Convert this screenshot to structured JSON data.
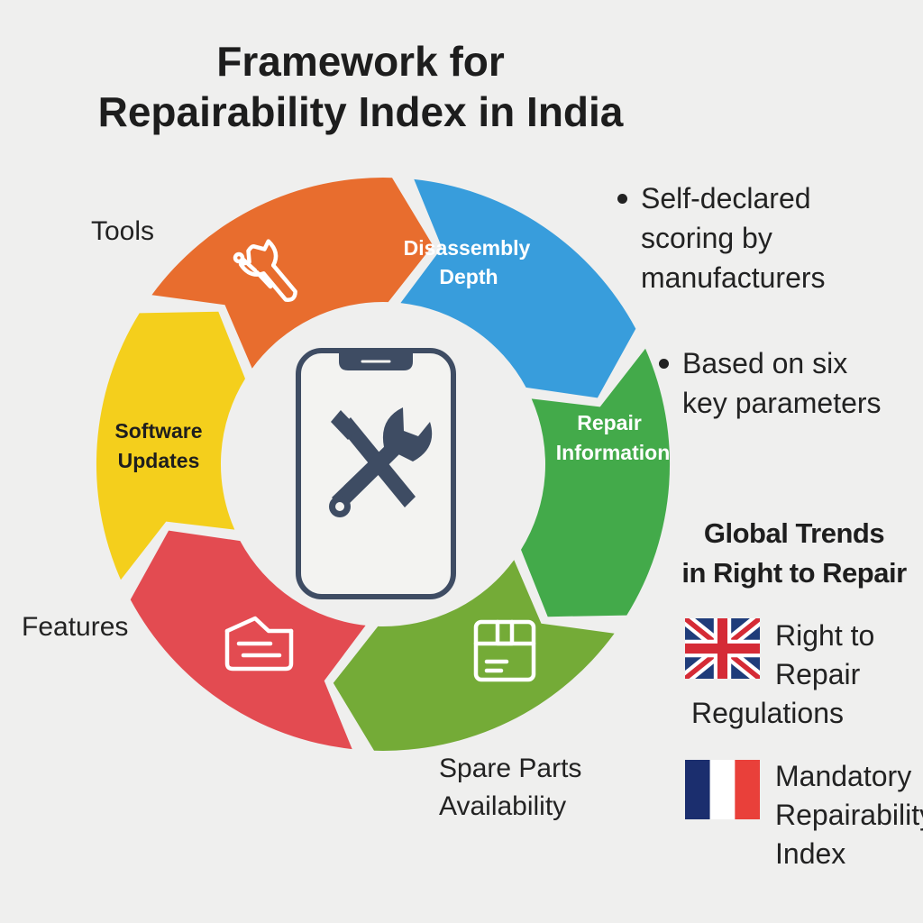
{
  "title": {
    "line1": "Framework for",
    "line2": "Repairability Index in India"
  },
  "cycle": {
    "segments": [
      {
        "id": "disassembly",
        "label_lines": [
          "Disassembly",
          "Depth"
        ],
        "color": "#389ddc"
      },
      {
        "id": "repair-info",
        "label_lines": [
          "Repair",
          "Information"
        ],
        "color": "#43aa4a"
      },
      {
        "id": "spare-parts",
        "label_lines": [],
        "color": "#74ab37",
        "icon": "box-icon"
      },
      {
        "id": "features",
        "label_lines": [],
        "color": "#e34b51",
        "icon": "tag-icon"
      },
      {
        "id": "software",
        "label_lines": [
          "Software",
          "Updates"
        ],
        "color": "#f4cf1c"
      },
      {
        "id": "tools",
        "label_lines": [],
        "color": "#e86d2e",
        "icon": "wrench-icon"
      }
    ],
    "center_icon": "phone-tools-icon",
    "colors": {
      "phone_stroke": "#3e4c63",
      "phone_fill": "#f3f3f1"
    }
  },
  "labels": {
    "tools": "Tools",
    "features": "Features",
    "spare_parts": [
      "Spare Parts",
      "Availability"
    ]
  },
  "bullets": [
    {
      "lines": [
        "Self-declared",
        "scoring by",
        "manufacturers"
      ]
    },
    {
      "lines": [
        "Based on six",
        "key parameters"
      ]
    }
  ],
  "global_trends": {
    "heading": [
      "Global Trends",
      "in Right to Repair"
    ],
    "items": [
      {
        "flag": "uk-flag-icon",
        "lines": [
          "Right to",
          "Repair",
          "Regulations"
        ]
      },
      {
        "flag": "france-flag-icon",
        "lines": [
          "Mandatory",
          "Repairability",
          "Index"
        ]
      }
    ]
  }
}
